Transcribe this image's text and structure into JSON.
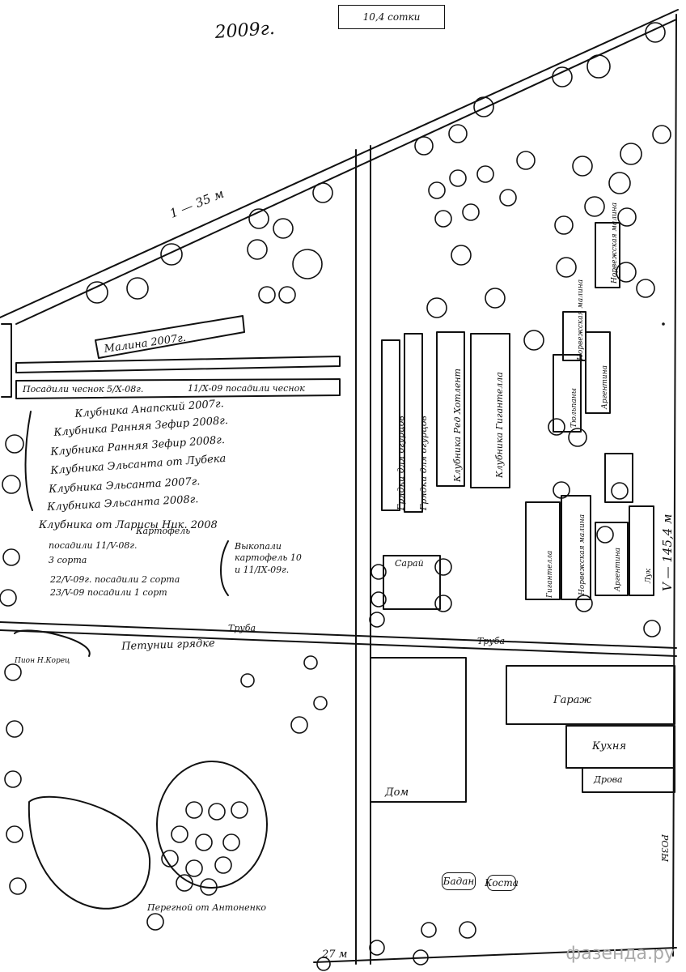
{
  "header": {
    "year": "2009г.",
    "area": "10,4 сотки",
    "dimension_top": "1 — 35 м",
    "dimension_right": "V — 145,4 м"
  },
  "beds": {
    "raspberry": "Малина 2007г.",
    "garlic": "Посадили чеснок 5/Х-08г.",
    "garlic2": "11/Х-09 посадили чеснок",
    "strawberry_list": [
      "Клубника Анапский 2007г.",
      "Клубника Ранняя Зефир 2008г.",
      "Клубника Ранняя Зефир 2008г.",
      "Клубника Эльсанта от Лубека",
      "Клубника Эльсанта 2007г.",
      "Клубника Эльсанта 2008г.",
      "Клубника от Ларисы Ник. 2008"
    ],
    "potato_title": "Картофель",
    "potato_line1": "посадили 11/V-08г.",
    "potato_line2": "3 сорта",
    "potato_line3": "22/V-09г. посадили 2 сорта",
    "potato_line4": "23/V-09 посадили 1 сорт",
    "potato_dug": "Выкопали картофель 10 и 11/IХ-09г.",
    "vegetables_1": "Грядки для огурцов",
    "vegetables_2": "Грядки для огурцов",
    "strawberry_bed_1": "Клубника Ред Хотлент",
    "strawberry_bed_2": "Клубника Гигантелла",
    "nord_1": "Норвежская малина",
    "nord_2": "Норвежская малина",
    "argentina_1": "Аргентина",
    "tulips": "Тюльпаны",
    "gigantella": "Гигантелла",
    "nord_3": "Норвежская малина",
    "argentina_2": "Аргентина",
    "onion": "Лук",
    "pipe": "Труба",
    "pipe2": "Труба",
    "petunia": "Петунии грядке",
    "peony": "Пион Н.Корец",
    "barn": "Сарай",
    "garage": "Гараж",
    "kitchen": "Кухня",
    "firewood": "Дрова",
    "house": "Дом",
    "roses": "РОЗЫ",
    "bottom_dim": "27 м",
    "peregnoy": "Перегной от Антоненко",
    "badan": "Бадан",
    "kosta": "Коста"
  },
  "watermark": "фазенда.ру"
}
